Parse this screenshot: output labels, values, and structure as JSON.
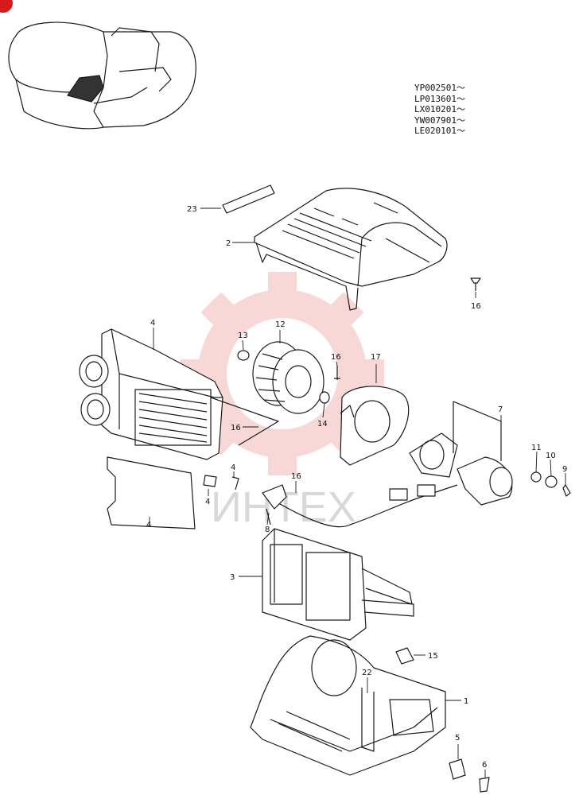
{
  "serial_ranges": [
    "YP002501～",
    "LP013601～",
    "LX010201～",
    "YW007901～",
    "LE020101～"
  ],
  "watermark": "ИНТЕX",
  "colors": {
    "line": "#1a1a1a",
    "watermark": "#f3b8b8",
    "watermark_text": "#d8d8d8",
    "corner_mark": "#d61a1a"
  },
  "callouts": {
    "c23": "23",
    "c2": "2",
    "c16a": "16",
    "c4a": "4",
    "c13": "13",
    "c12": "12",
    "c16b": "16",
    "c17": "17",
    "c7": "7",
    "c16c": "16",
    "c14": "14",
    "c11": "11",
    "c10": "10",
    "c9": "9",
    "c4b": "4",
    "c4c": "4",
    "c16d": "16",
    "c8": "8",
    "c4d": "4",
    "c3": "3",
    "c15": "15",
    "c22": "22",
    "c1": "1",
    "c5": "5",
    "c6": "6"
  }
}
